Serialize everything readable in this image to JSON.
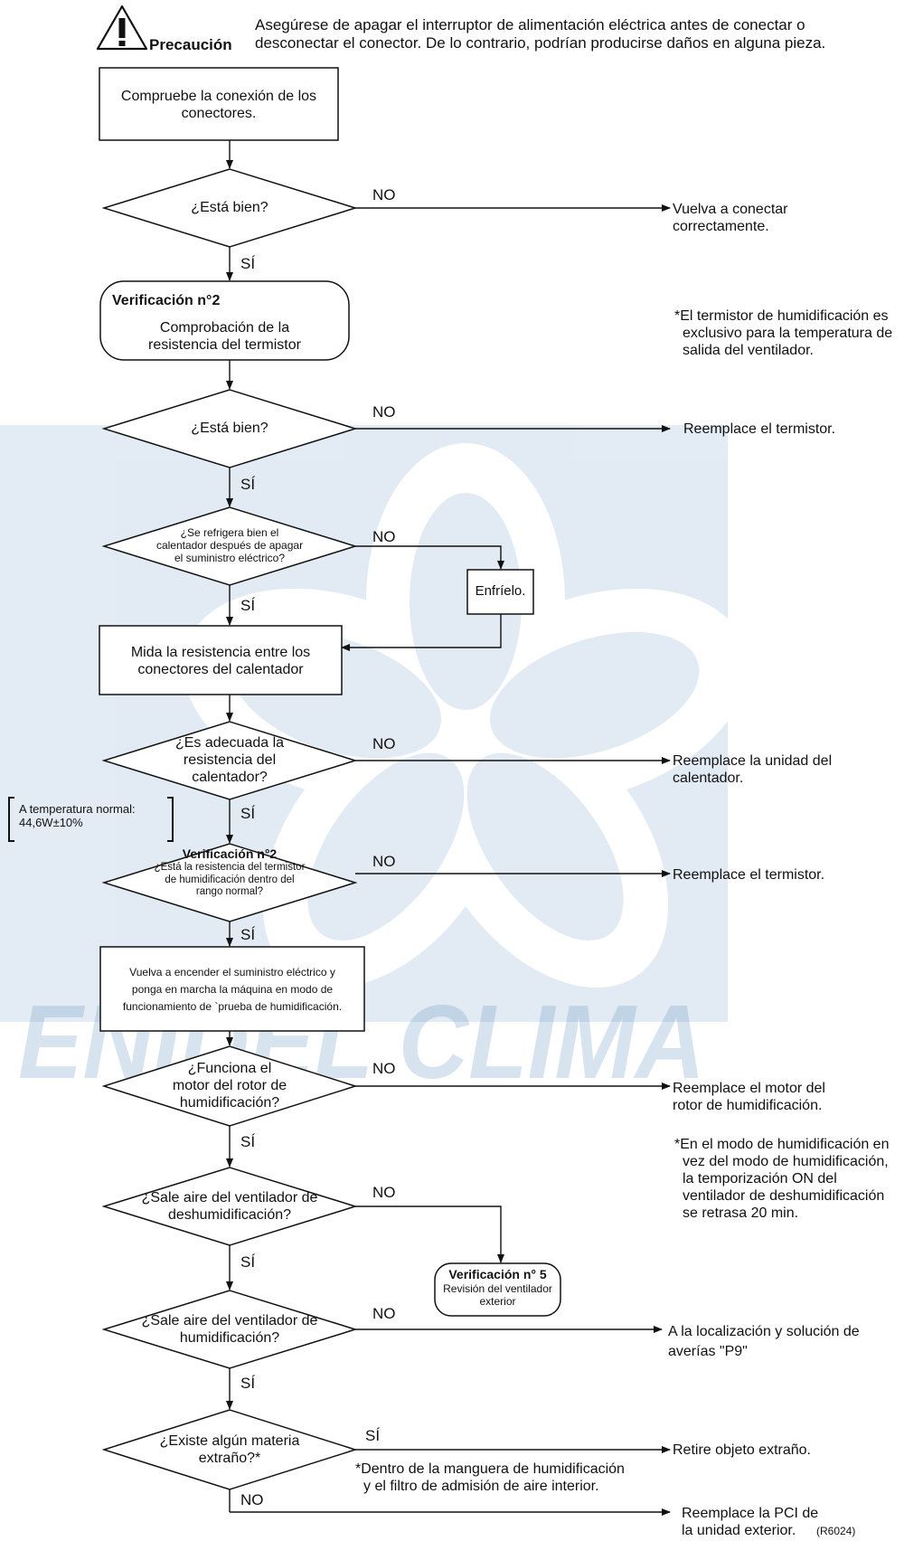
{
  "colors": {
    "watermark": "#4f86b8",
    "line": "#111111"
  },
  "caution": {
    "icon": "warning-triangle-icon",
    "label": "Precaución",
    "lines": [
      "Asegúrese de apagar el interruptor de alimentación eléctrica antes de conectar o",
      "desconectar el conector. De lo contrario, podrían producirse daños en alguna pieza."
    ]
  },
  "watermark": {
    "text": "ENIDEL CLIMA"
  },
  "steps": {
    "s1": [
      "Compruebe la conexión de los",
      "conectores."
    ],
    "d1": [
      "¿Está bien?"
    ],
    "s2_title": "Verificación n°2",
    "s2": [
      "Comprobación de la",
      "resistencia del termistor"
    ],
    "d2": [
      "¿Está bien?"
    ],
    "d3": [
      "¿Se refrigera bien el",
      "calentador después de apagar",
      "el suministro eléctrico?"
    ],
    "cool": "Enfríelo.",
    "s3": [
      "Mida la resistencia entre los",
      "conectores del calentador"
    ],
    "d4": [
      "¿Es adecuada la",
      "resistencia del",
      "calentador?"
    ],
    "d5_title": "Verificación n°2",
    "d5": [
      "¿Está la resistencia del termistor",
      "de humidificación dentro del",
      "rango normal?"
    ],
    "s4": [
      "Vuelva a encender el suministro eléctrico y",
      "ponga en marcha la máquina en modo de",
      "funcionamiento de `prueba de humidificación."
    ],
    "d6": [
      "¿Funciona el",
      "motor del rotor de",
      "humidificación?"
    ],
    "d7": [
      "¿Sale aire del ventilador de",
      "deshumidificación?"
    ],
    "v5_title": "Verificación n° 5",
    "v5": [
      "Revisión del ventilador",
      "exterior"
    ],
    "d8": [
      "¿Sale aire del ventilador de",
      "humidificación?"
    ],
    "d9": [
      "¿Existe algún materia",
      "extraño?*"
    ]
  },
  "branch": {
    "yes": "SÍ",
    "no": "NO"
  },
  "results": {
    "r1": [
      "Vuelva a conectar",
      "correctamente."
    ],
    "r2": [
      "Reemplace el termistor."
    ],
    "r3": [
      "Reemplace la unidad del",
      "calentador."
    ],
    "r4": [
      "Reemplace el termistor."
    ],
    "r5": [
      "Reemplace el motor del",
      "rotor de humidificación."
    ],
    "r6": [
      "A la localización y solución de",
      "averías \"P9\""
    ],
    "r7": [
      "Retire objeto extraño."
    ],
    "r8": [
      "Reemplace la PCI de",
      "la unidad exterior."
    ]
  },
  "notes": {
    "n1": [
      "*El termistor de humidificación es",
      "exclusivo para la temperatura de",
      "salida del ventilador."
    ],
    "n2": [
      "A temperatura normal:",
      "44,6W±10%"
    ],
    "n3": [
      "*En el modo de humidificación en",
      "vez del modo de humidificación,",
      "la temporización ON del",
      "ventilador de deshumidificación",
      "se retrasa 20 min."
    ],
    "n4": [
      "*Dentro de la manguera de humidificación",
      "y el filtro de admisión de aire interior."
    ]
  },
  "reference": "(R6024)"
}
